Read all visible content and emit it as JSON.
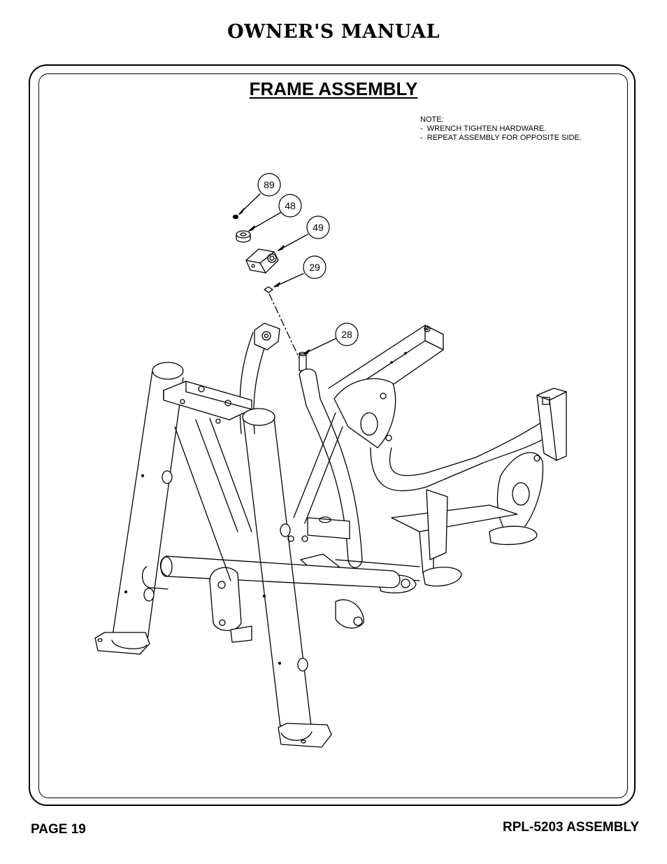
{
  "header": {
    "title": "OWNER'S MANUAL"
  },
  "section": {
    "title": "FRAME ASSEMBLY"
  },
  "note": {
    "heading": "NOTE:",
    "lines": [
      "-  WRENCH TIGHTEN HARDWARE.",
      "-  REPEAT ASSEMBLY FOR OPPOSITE SIDE."
    ]
  },
  "callouts": [
    "89",
    "48",
    "49",
    "29",
    "28"
  ],
  "footer": {
    "page": "PAGE 19",
    "doc": "RPL-5203 ASSEMBLY"
  }
}
